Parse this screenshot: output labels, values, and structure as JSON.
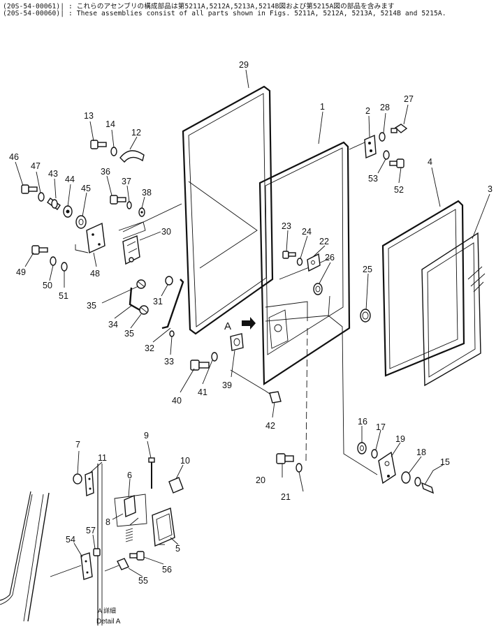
{
  "header": {
    "line1": "(20S-54-00061)| : これらのアセンブリの構成部品は第5211A,5212A,5213A,5214B図および第5215A図の部品を含みます",
    "line2": "(20S-54-00060)| : These assemblies consist of all parts shown in Figs. 5211A, 5212A, 5213A, 5214B and 5215A."
  },
  "callouts": {
    "p1": "1",
    "p2": "2",
    "p3": "3",
    "p4": "4",
    "p5": "5",
    "p6": "6",
    "p7": "7",
    "p8": "8",
    "p9": "9",
    "p10": "10",
    "p11": "11",
    "p12": "12",
    "p13": "13",
    "p14": "14",
    "p15": "15",
    "p16": "16",
    "p17": "17",
    "p18": "18",
    "p19": "19",
    "p20": "20",
    "p21": "21",
    "p22": "22",
    "p23": "23",
    "p24": "24",
    "p25": "25",
    "p26": "26",
    "p27": "27",
    "p28": "28",
    "p29": "29",
    "p30": "30",
    "p31": "31",
    "p32": "32",
    "p33": "33",
    "p34": "34",
    "p35a": "35",
    "p35b": "35",
    "p36": "36",
    "p37": "37",
    "p38": "38",
    "p39": "39",
    "p40": "40",
    "p41": "41",
    "p42": "42",
    "p43": "43",
    "p44": "44",
    "p45": "45",
    "p46": "46",
    "p47": "47",
    "p48": "48",
    "p49": "49",
    "p50": "50",
    "p51": "51",
    "p52": "52",
    "p53": "53",
    "p54": "54",
    "p55": "55",
    "p56": "56",
    "p57": "57",
    "detail_marker": "A"
  },
  "detail": {
    "label_jp": "A 詳細",
    "label_en": "Detail A"
  },
  "colors": {
    "ink": "#111111",
    "paper": "#ffffff"
  }
}
